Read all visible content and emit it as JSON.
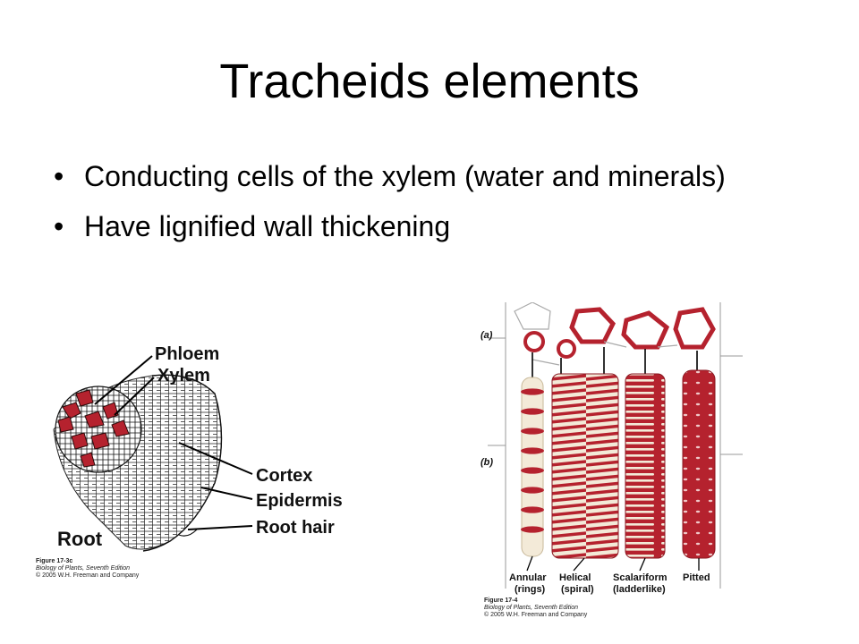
{
  "slide": {
    "title": "Tracheids elements",
    "bullets": [
      "Conducting cells of the xylem (water and minerals)",
      "Have lignified wall thickening"
    ]
  },
  "left_figure": {
    "labels": {
      "phloem": "Phloem",
      "xylem": "Xylem",
      "cortex": "Cortex",
      "epidermis": "Epidermis",
      "root_hair": "Root hair",
      "root": "Root"
    },
    "caption": {
      "figure": "Figure 17-3c",
      "book": "Biology of Plants, Seventh Edition",
      "copyright": "© 2005 W.H. Freeman and Company"
    }
  },
  "right_figure": {
    "panel_a": "(a)",
    "panel_b": "(b)",
    "types": [
      {
        "name": "Annular",
        "sub": "(rings)"
      },
      {
        "name": "Helical",
        "sub": "(spiral)"
      },
      {
        "name": "Scalariform",
        "sub": "(ladderlike)"
      },
      {
        "name": "Pitted",
        "sub": ""
      }
    ],
    "caption": {
      "figure": "Figure 17-4",
      "book": "Biology of Plants, Seventh Edition",
      "copyright": "© 2005 W.H. Freeman and Company"
    }
  },
  "colors": {
    "lignin": "#b5222e",
    "cell_wall": "#f3ead8",
    "outline": "#333333"
  }
}
